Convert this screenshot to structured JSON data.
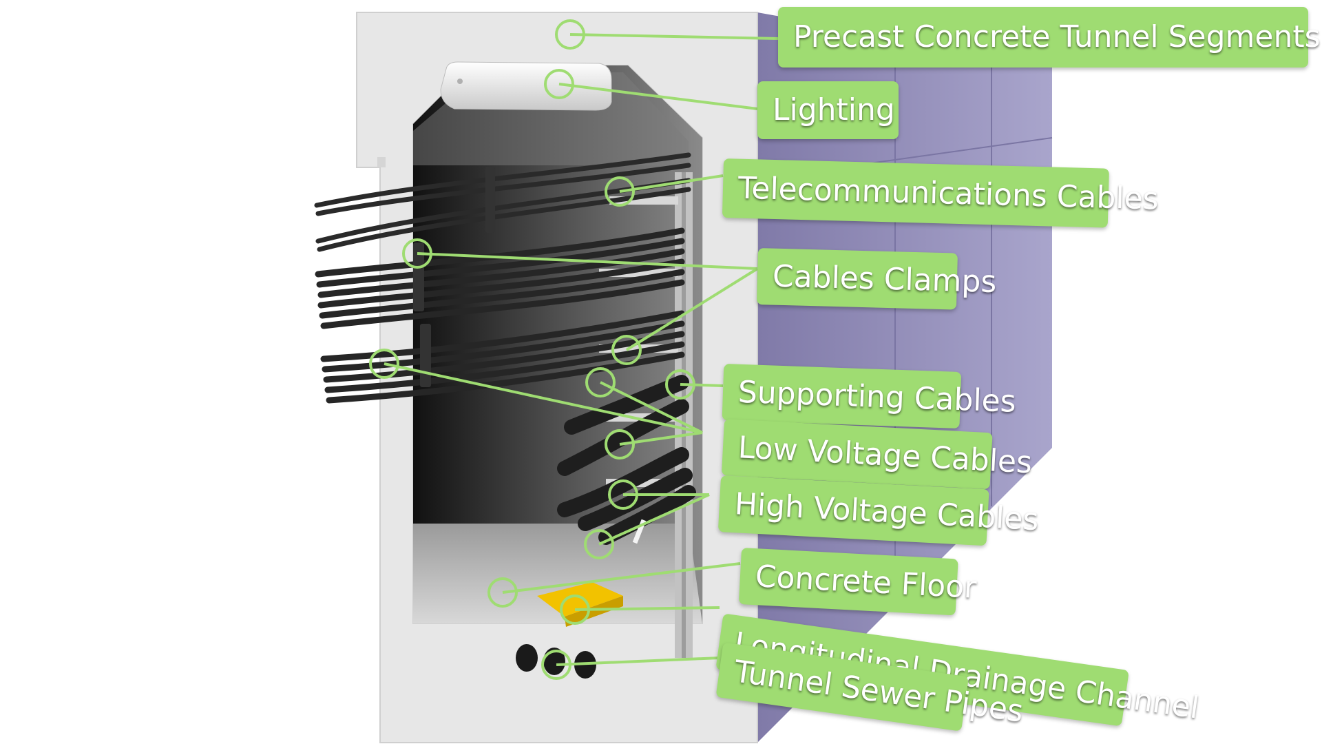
{
  "labels": {
    "precast_segments": "Precast Concrete Tunnel Segments",
    "lighting": "Lighting",
    "telecom_cables": "Telecommunications Cables",
    "cable_clamps": "Cables Clamps",
    "supporting_cables": "Supporting Cables",
    "low_voltage_cables": "Low Voltage Cables",
    "high_voltage_cables": "High Voltage Cables",
    "concrete_floor": "Concrete Floor",
    "drainage_channel": "Longitudinal Drainage Channel",
    "sewer_pipes": "Tunnel Sewer Pipes"
  },
  "colors": {
    "callout_green": "#9fdc72",
    "concrete_front": "#e7e7e7",
    "tunnel_side": "#8f8ab8",
    "cable": "#2a2a2a",
    "drainage_yellow": "#f2c200"
  }
}
